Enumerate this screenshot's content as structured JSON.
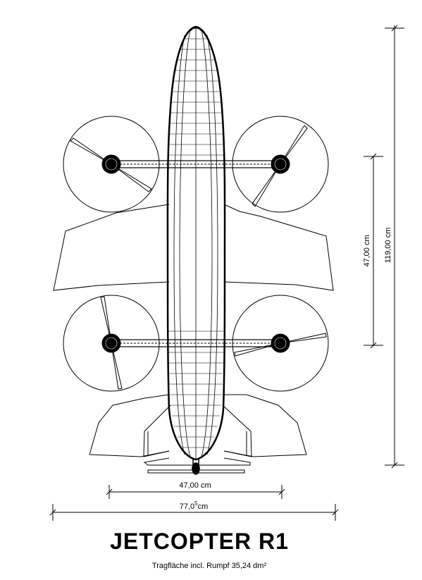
{
  "title": "JETCOPTER R1",
  "subtitle": "Tragfläche incl. Rumpf 35,24 dm²",
  "dimensions": {
    "rotor_span": "47,00 cm",
    "total_width_main": "77,0",
    "total_width_sup": "5",
    "total_width_unit": "cm",
    "rotor_spacing": "47,00 cm",
    "total_length": "119,00 cm"
  },
  "colors": {
    "line": "#000000",
    "background": "#ffffff"
  }
}
